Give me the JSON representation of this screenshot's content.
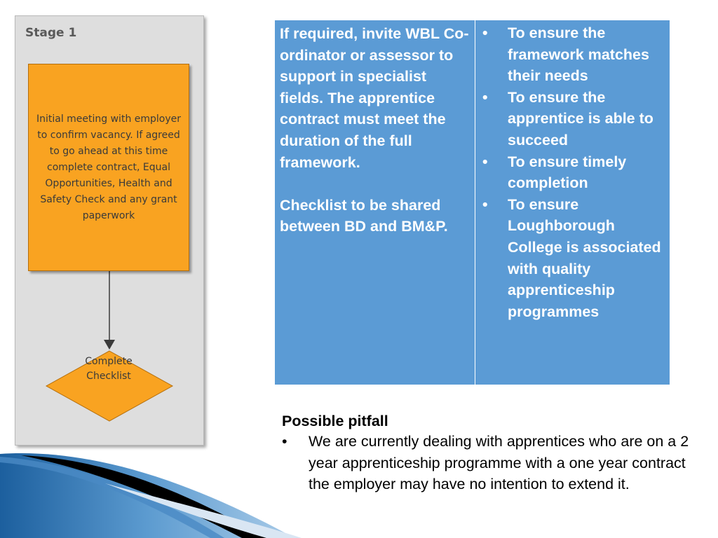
{
  "flowchart": {
    "stage_title": "Stage 1",
    "box_text": "Initial meeting with employer to confirm vacancy.  If agreed to go ahead at this time complete contract, Equal Opportunities, Health and Safety Check and any grant paperwork",
    "diamond_text": "Complete Checklist",
    "colors": {
      "panel": "#dedede",
      "box": "#f9a321",
      "diamond": "#f9a321"
    }
  },
  "table": {
    "left_paragraphs": [
      "If required, invite WBL Co-ordinator or assessor to support in specialist fields. The apprentice contract must meet the duration of the full framework.",
      "Checklist to be shared between BD and BM&P."
    ],
    "bullets": [
      "To ensure the framework matches their needs",
      "To ensure the apprentice is able to succeed",
      "To ensure timely completion",
      "To ensure Loughborough College is associated with quality apprenticeship programmes"
    ],
    "color": "#5b9bd5"
  },
  "pitfall": {
    "title": "Possible pitfall",
    "items": [
      "We are currently dealing with apprentices who are on a 2 year apprenticeship programme with a one year contract the employer may have no intention to extend it."
    ]
  }
}
